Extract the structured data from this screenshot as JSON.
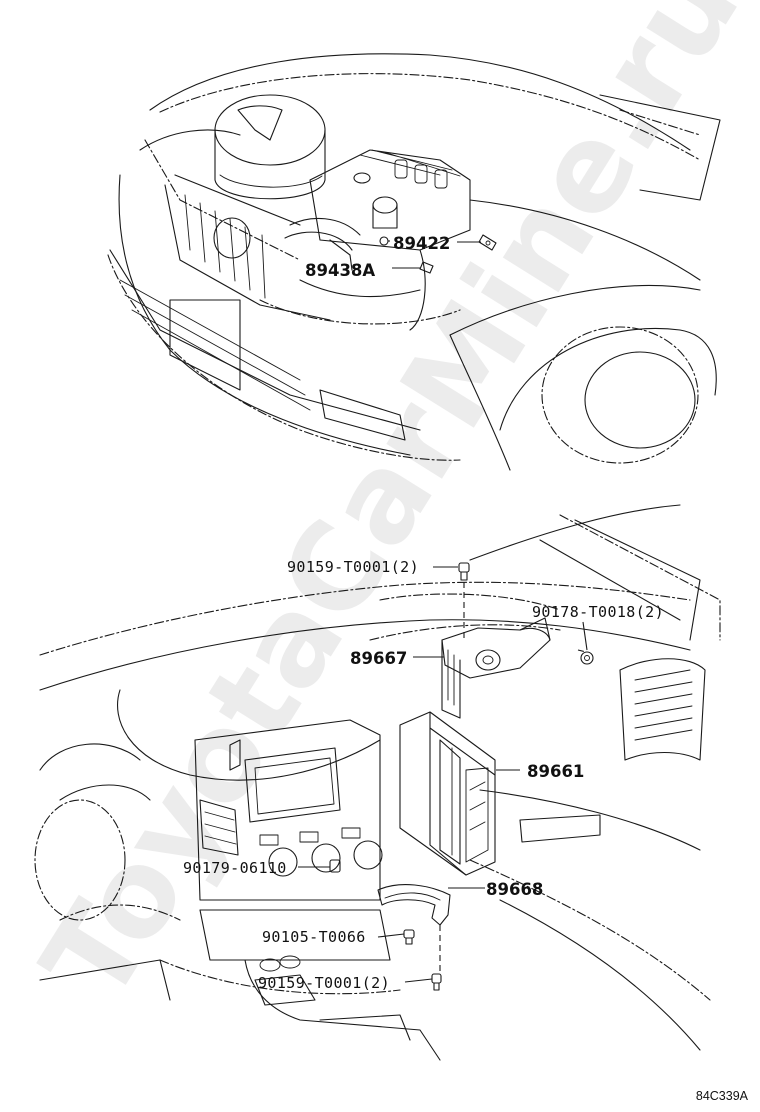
{
  "figure_code": "84C339A",
  "watermark": "ToyotaCarMine.ru",
  "engine_bay_callouts": {
    "sensor_a": "89422",
    "sensor_b": "89438A"
  },
  "dashboard_callouts": {
    "bolt_top": "90159-T0001(2)",
    "nut_right": "90178-T0018(2)",
    "bracket_upper": "89667",
    "ecu": "89661",
    "clip_left": "90179-06110",
    "bracket_lower": "89668",
    "screw_lower": "90105-T0066",
    "bolt_bottom": "90159-T0001(2)"
  }
}
